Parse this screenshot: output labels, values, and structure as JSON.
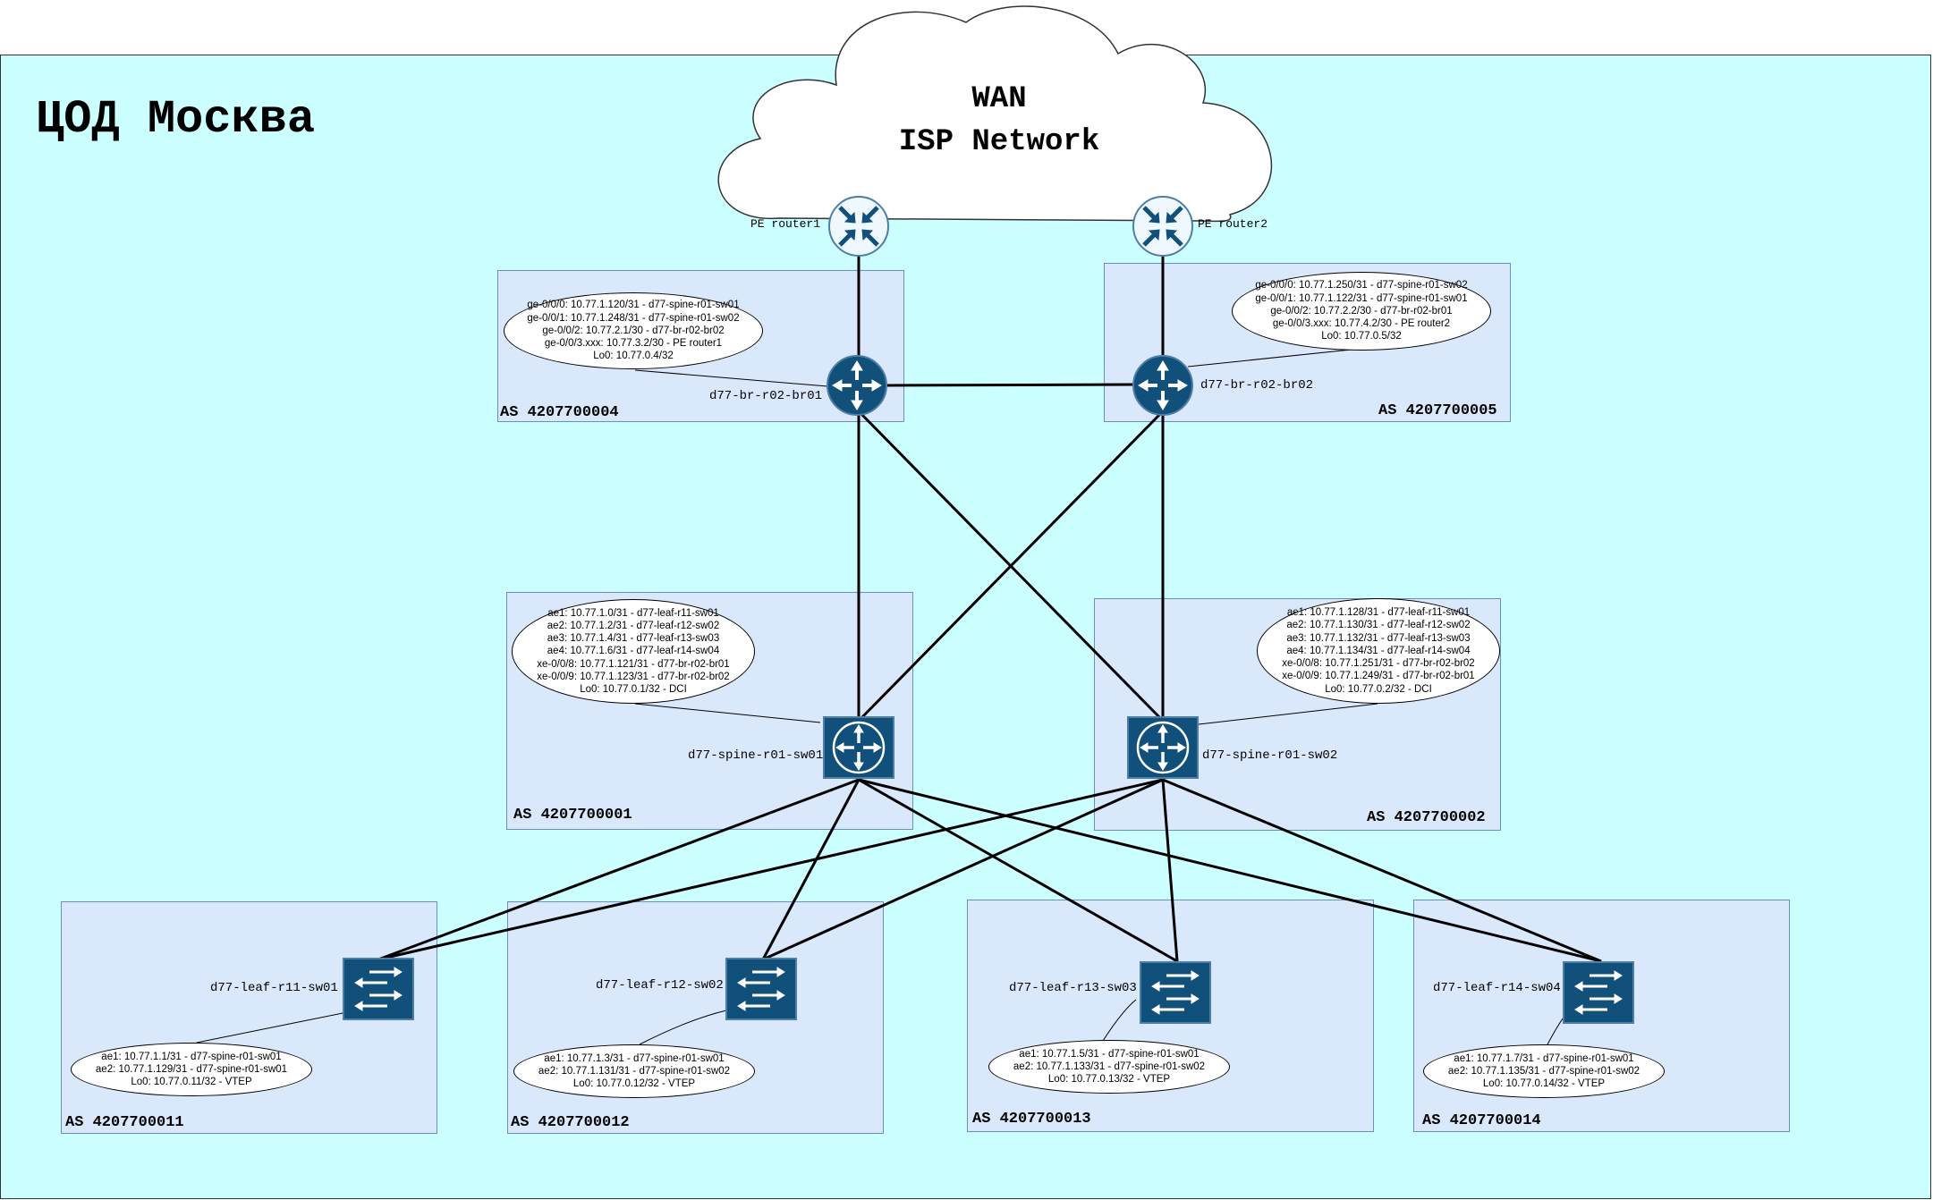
{
  "datacenter": {
    "title": "ЦОД Москва"
  },
  "cloud": {
    "line1": "WAN",
    "line2": "ISP Network"
  },
  "pe_routers": [
    {
      "label": "PE router1"
    },
    {
      "label": "PE router2"
    }
  ],
  "as_boxes": [
    {
      "label": "AS 4207700004"
    },
    {
      "label": "AS 4207700005"
    },
    {
      "label": "AS 4207700001"
    },
    {
      "label": "AS 4207700002"
    },
    {
      "label": "AS 4207700011"
    },
    {
      "label": "AS 4207700012"
    },
    {
      "label": "AS 4207700013"
    },
    {
      "label": "AS 4207700014"
    }
  ],
  "devices": {
    "br01": "d77-br-r02-br01",
    "br02": "d77-br-r02-br02",
    "spine01": "d77-spine-r01-sw01",
    "spine02": "d77-spine-r01-sw02",
    "leaf11": "d77-leaf-r11-sw01",
    "leaf12": "d77-leaf-r12-sw02",
    "leaf13": "d77-leaf-r13-sw03",
    "leaf14": "d77-leaf-r14-sw04"
  },
  "notes": {
    "br01": [
      "ge-0/0/0: 10.77.1.120/31 - d77-spine-r01-sw01",
      "ge-0/0/1: 10.77.1.248/31 - d77-spine-r01-sw02",
      "ge-0/0/2: 10.77.2.1/30 - d77-br-r02-br02",
      "ge-0/0/3.xxx: 10.77.3.2/30 - PE router1",
      "Lo0: 10.77.0.4/32"
    ],
    "br02": [
      "ge-0/0/0: 10.77.1.250/31 - d77-spine-r01-sw02",
      "ge-0/0/1: 10.77.1.122/31 - d77-spine-r01-sw01",
      "ge-0/0/2: 10.77.2.2/30 - d77-br-r02-br01",
      "ge-0/0/3.xxx: 10.77.4.2/30 - PE router2",
      "Lo0: 10.77.0.5/32"
    ],
    "spine01": [
      "ae1: 10.77.1.0/31 - d77-leaf-r11-sw01",
      "ae2: 10.77.1.2/31 - d77-leaf-r12-sw02",
      "ae3: 10.77.1.4/31 - d77-leaf-r13-sw03",
      "ae4: 10.77.1.6/31 - d77-leaf-r14-sw04",
      "xe-0/0/8: 10.77.1.121/31 - d77-br-r02-br01",
      "xe-0/0/9: 10.77.1.123/31 - d77-br-r02-br02",
      "Lo0: 10.77.0.1/32 - DCI"
    ],
    "spine02": [
      "ae1: 10.77.1.128/31 - d77-leaf-r11-sw01",
      "ae2: 10.77.1.130/31 - d77-leaf-r12-sw02",
      "ae3: 10.77.1.132/31 - d77-leaf-r13-sw03",
      "ae4: 10.77.1.134/31 - d77-leaf-r14-sw04",
      "xe-0/0/8: 10.77.1.251/31 - d77-br-r02-br02",
      "xe-0/0/9: 10.77.1.249/31 - d77-br-r02-br01",
      "Lo0: 10.77.0.2/32 - DCI"
    ],
    "leaf11": [
      "ae1: 10.77.1.1/31 - d77-spine-r01-sw01",
      "ae2: 10.77.1.129/31 - d77-spine-r01-sw01",
      "Lo0: 10.77.0.11/32 - VTEP"
    ],
    "leaf12": [
      "ae1: 10.77.1.3/31 - d77-spine-r01-sw01",
      "ae2: 10.77.1.131/31 - d77-spine-r01-sw02",
      "Lo0: 10.77.0.12/32 - VTEP"
    ],
    "leaf13": [
      "ae1: 10.77.1.5/31 - d77-spine-r01-sw01",
      "ae2: 10.77.1.133/31 - d77-spine-r01-sw02",
      "Lo0: 10.77.0.13/32 - VTEP"
    ],
    "leaf14": [
      "ae1: 10.77.1.7/31 - d77-spine-r01-sw01",
      "ae2: 10.77.1.135/31 - d77-spine-r01-sw02",
      "Lo0: 10.77.0.14/32 - VTEP"
    ]
  },
  "colors": {
    "datacenter_bg": "#ccffff",
    "as_box_bg": "#dae8fc",
    "as_box_border": "#6c8ebf",
    "device_fill": "#10507a",
    "pe_fill": "#f0f8ff"
  },
  "icons": {
    "pe": "router-arrows-icon",
    "border": "router-icon",
    "spine": "core-router-icon",
    "leaf": "switch-icon"
  }
}
